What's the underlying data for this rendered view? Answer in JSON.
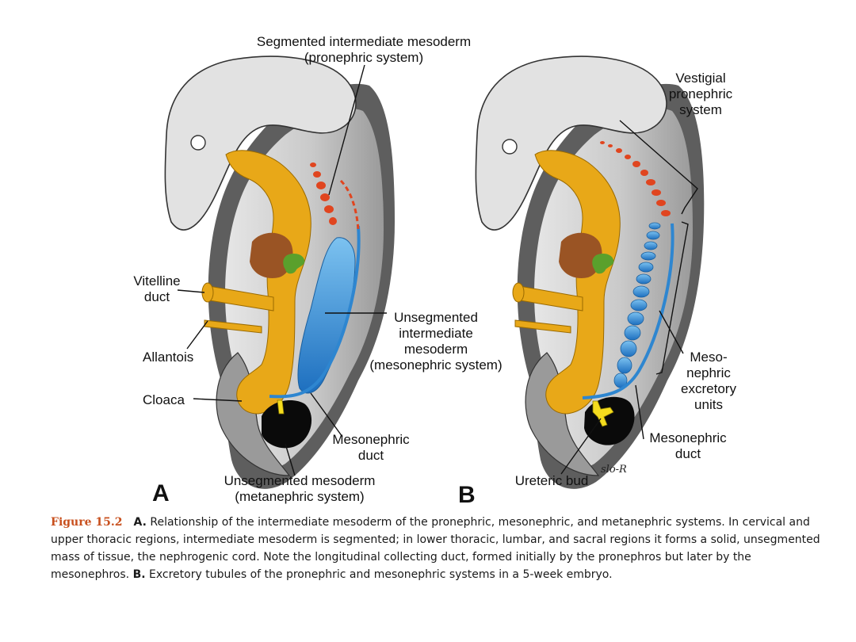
{
  "panels": {
    "a": {
      "letter": "A",
      "labels": {
        "segmented_l1": "Segmented intermediate mesoderm",
        "segmented_l2": "(pronephric system)",
        "vitelline_l1": "Vitelline",
        "vitelline_l2": "duct",
        "allantois": "Allantois",
        "cloaca": "Cloaca",
        "unseg_im_l1": "Unsegmented",
        "unseg_im_l2": "intermediate",
        "unseg_im_l3": "mesoderm",
        "unseg_im_l4": "(mesonephric system)",
        "meso_duct_l1": "Mesonephric",
        "meso_duct_l2": "duct",
        "unseg_meso_l1": "Unsegmented mesoderm",
        "unseg_meso_l2": "(metanephric system)"
      }
    },
    "b": {
      "letter": "B",
      "labels": {
        "vestigial_l1": "Vestigial",
        "vestigial_l2": "pronephric",
        "vestigial_l3": "system",
        "excretory_l1": "Meso-",
        "excretory_l2": "nephric",
        "excretory_l3": "excretory",
        "excretory_l4": "units",
        "meso_duct_l1": "Mesonephric",
        "meso_duct_l2": "duct",
        "ureteric": "Ureteric bud",
        "signature": "slo-R"
      }
    }
  },
  "caption": {
    "figure_label": "Figure 15.2",
    "a_marker": "A.",
    "a_text": "Relationship of the intermediate mesoderm of the pronephric, mesonephric, and metanephric systems. In cervical and upper thoracic regions, intermediate mesoderm is segmented; in lower thoracic, lumbar, and sacral regions it forms a solid, unsegmented mass of tissue, the nephrogenic cord. Note the longitudinal collecting duct, formed initially by the pronephros but later by the mesonephros.",
    "b_marker": "B.",
    "b_text": "Excretory tubules of the pronephric and mesonephric systems in a 5-week embryo."
  },
  "colors": {
    "embryo_light": "#e2e2e2",
    "embryo_mid": "#b4b4b4",
    "embryo_dark": "#5e5e5e",
    "gut": "#e8a818",
    "liver": "#9a5424",
    "pancreas_bud": "#5aa02c",
    "mesonephric": "#2e86d0",
    "pronephric": "#e0451f",
    "metanephric": "#0a0a0a",
    "ureteric_bud": "#f5dc1e",
    "figure_label": "#c8501e"
  }
}
